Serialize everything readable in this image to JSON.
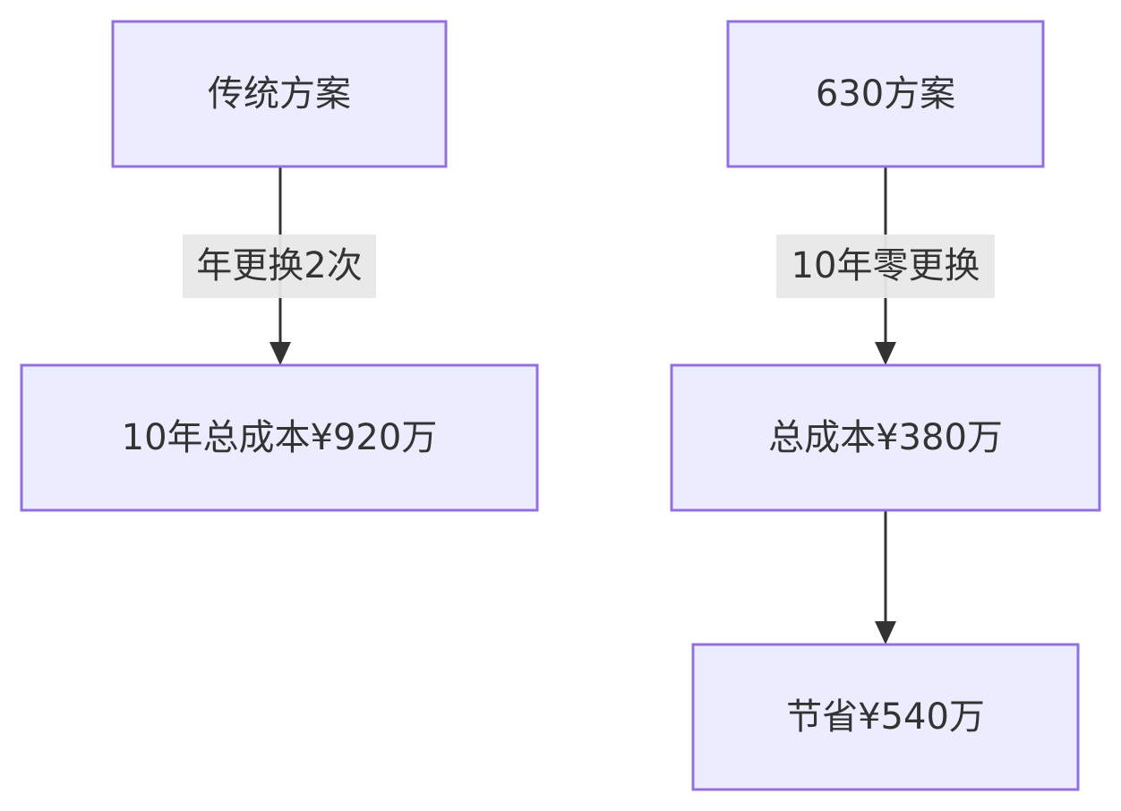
{
  "diagram": {
    "type": "flowchart",
    "nodes": {
      "traditional": {
        "label": "传统方案"
      },
      "scheme630": {
        "label": "630方案"
      },
      "traditional_cost": {
        "label": "10年总成本¥920万"
      },
      "scheme630_cost": {
        "label": "总成本¥380万"
      },
      "savings": {
        "label": "节省¥540万"
      }
    },
    "edges": {
      "traditional_to_cost": {
        "from": "traditional",
        "to": "traditional_cost",
        "label": "年更换2次"
      },
      "scheme630_to_cost": {
        "from": "scheme630",
        "to": "scheme630_cost",
        "label": "10年零更换"
      },
      "cost_to_savings": {
        "from": "scheme630_cost",
        "to": "savings",
        "label": ""
      }
    },
    "colors": {
      "node_fill": "#ECECFF",
      "node_stroke": "#9370DB",
      "edge": "#333333",
      "edge_label_bg": "#E8E8E8",
      "text": "#333333"
    }
  }
}
